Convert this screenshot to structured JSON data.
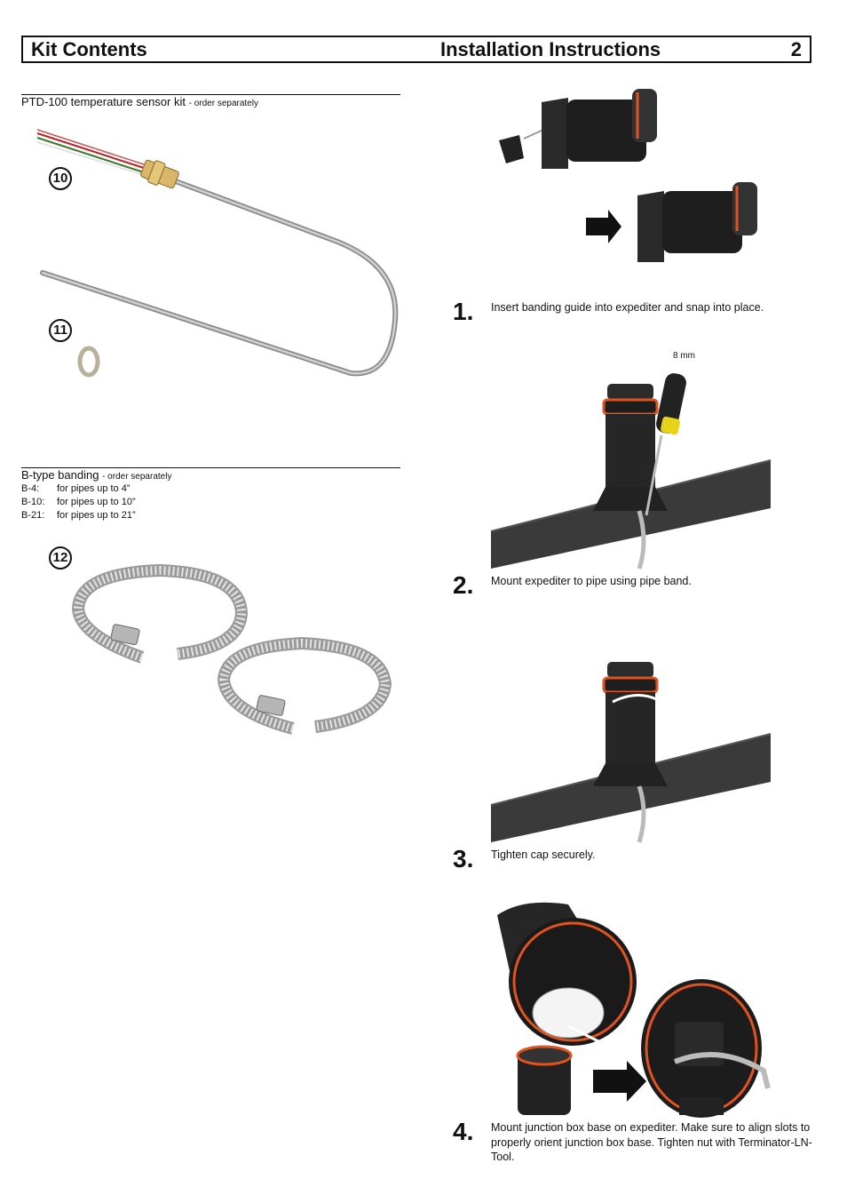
{
  "header": {
    "left": "Kit Contents",
    "center": "Installation Instructions",
    "page_number": "2"
  },
  "kit": {
    "sensor": {
      "title": "PTD-100 temperature sensor kit",
      "note": "- order separately",
      "items": [
        "10",
        "11"
      ]
    },
    "banding": {
      "title": "B-type banding",
      "note": "- order separately",
      "rows": [
        {
          "code": "B-4:",
          "desc": "for pipes up to 4”"
        },
        {
          "code": "B-10:",
          "desc": "for pipes up to 10”"
        },
        {
          "code": "B-21:",
          "desc": "for pipes up to 21”"
        }
      ],
      "item": "12"
    }
  },
  "steps": [
    {
      "number": "1.",
      "text": "Insert banding guide into expediter and snap into place."
    },
    {
      "number": "2.",
      "text": "Mount expediter to pipe using pipe band.",
      "tool_label": "8 mm"
    },
    {
      "number": "3.",
      "text": "Tighten cap securely."
    },
    {
      "number": "4.",
      "text": "Mount junction box base on expediter.  Make sure to align slots to properly orient junction box base.  Tighten nut with Terminator-LN-Tool."
    }
  ],
  "colors": {
    "gasket": "#e0531e",
    "body": "#2a2a2a",
    "pipe": "#3a3a3a",
    "steel": "#c4c4c4",
    "handle": "#e8d21a"
  }
}
